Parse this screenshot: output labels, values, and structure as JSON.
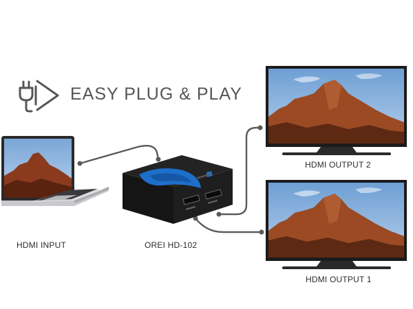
{
  "headline": {
    "text": "EASY PLUG & PLAY",
    "icon": "plug-play-icon"
  },
  "devices": {
    "input": {
      "label": "HDMI INPUT",
      "icon": "laptop-icon"
    },
    "splitter": {
      "label": "OREI HD-102",
      "icon": "hdmi-splitter-icon"
    },
    "output_2": {
      "label": "HDMI OUTPUT 2",
      "icon": "tv-icon"
    },
    "output_1": {
      "label": "HDMI OUTPUT 1",
      "icon": "tv-icon"
    }
  },
  "colors": {
    "headline": "#555555",
    "cable": "#5a5a5a",
    "splitter_body": "#1a1a1a",
    "splitter_accent": "#1e6fc9",
    "tv_frame": "#1b1b1b",
    "laptop_body": "#c8c9cc"
  }
}
